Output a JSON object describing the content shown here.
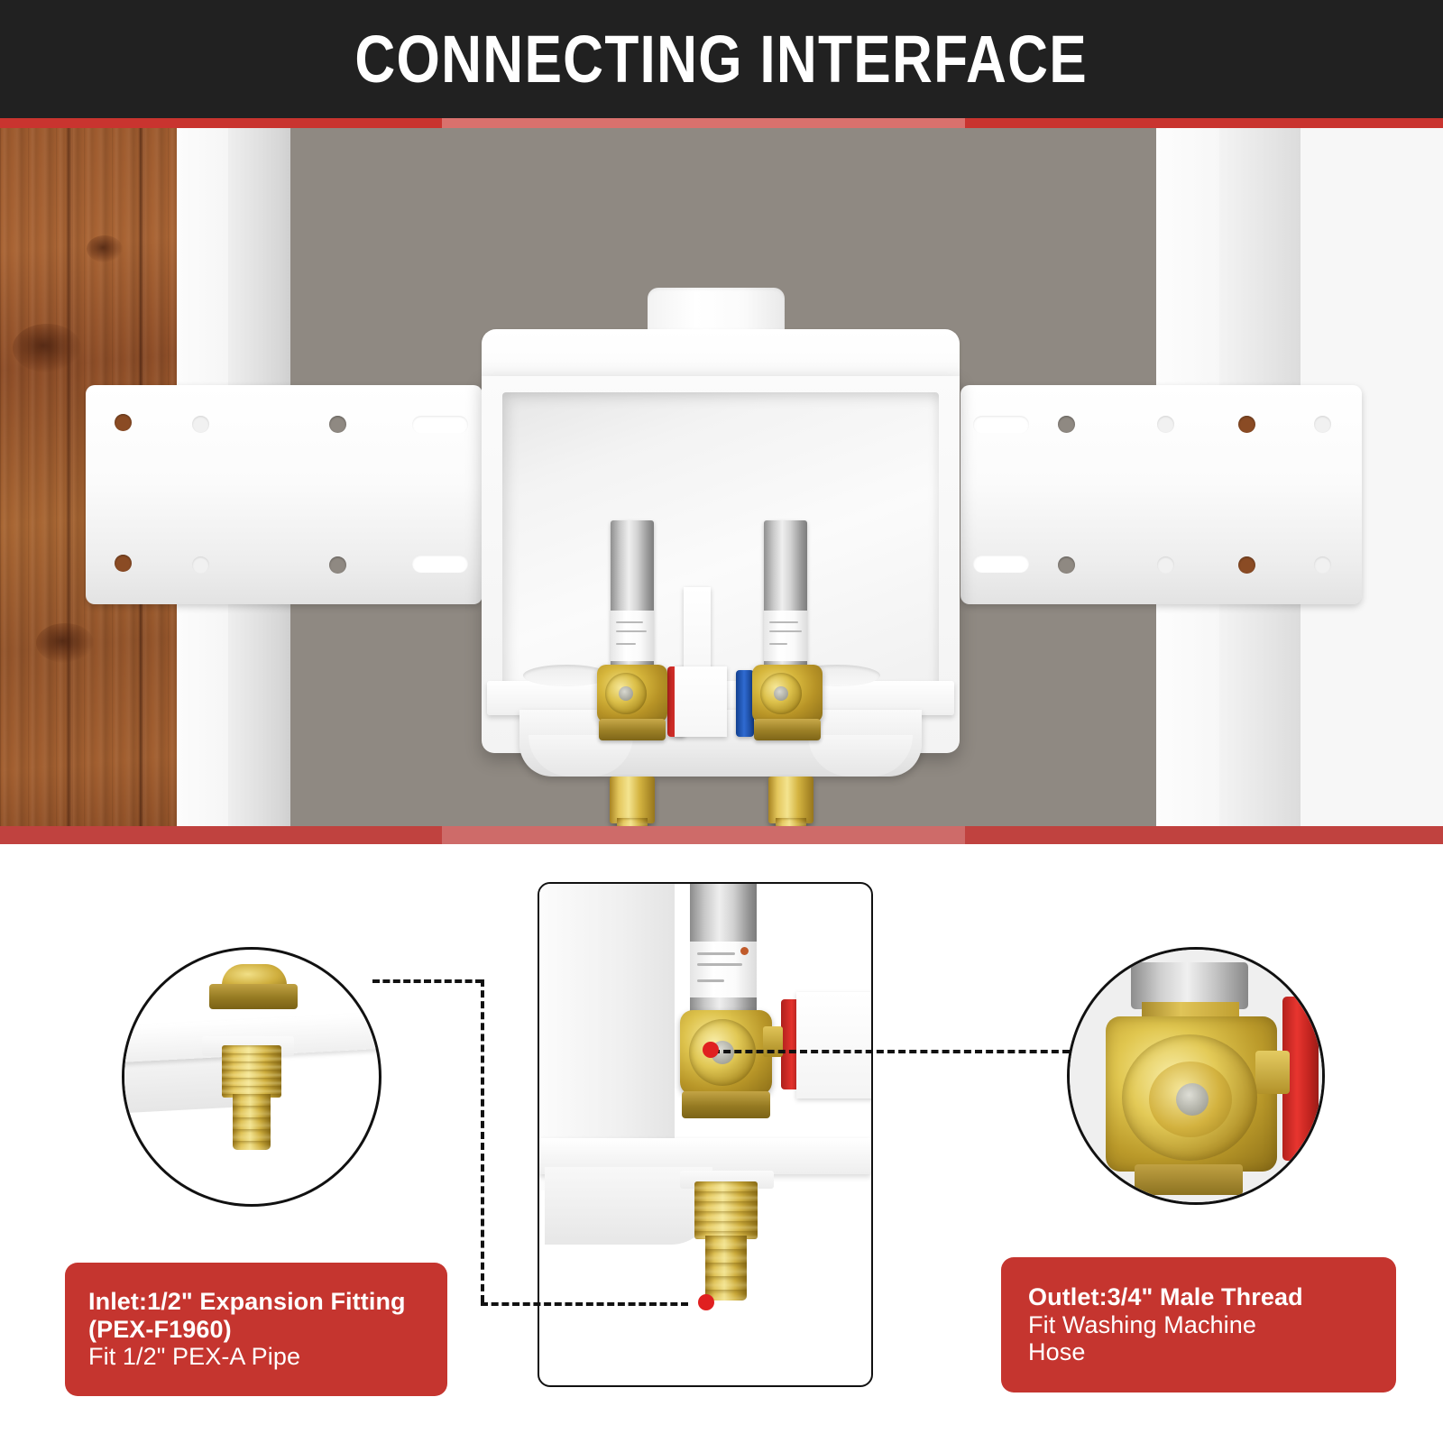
{
  "header": {
    "title": "CONNECTING INTERFACE",
    "background": "#212121",
    "text_color": "#ffffff"
  },
  "theme": {
    "accent_red": "#c5352f",
    "rule_red": "#c9342f",
    "wall_gray": "#8f8982",
    "wood_brown": "#a05e2e",
    "brass": "#d6b63c",
    "handle_red": "#e8352f",
    "handle_blue": "#2f6ad1",
    "marker_red": "#e02020",
    "outline_black": "#111111"
  },
  "hero": {
    "name": "washing-machine-outlet-box-photo",
    "alt": "White PVC washing machine outlet box mounted between two wall studs on wood framing, with two brass quarter-turn ball valves, stainless steel water hammer arrestors, red and blue handles, and brass PEX outlets below.",
    "components": {
      "drain_stub": "drain-stub",
      "box": "outlet-box",
      "bracket_left": "left-mounting-bracket",
      "bracket_right": "right-mounting-bracket",
      "arrestor_left": "water-hammer-arrestor-hot",
      "arrestor_right": "water-hammer-arrestor-cold",
      "valve_left": "brass-ball-valve-hot",
      "valve_right": "brass-ball-valve-cold",
      "handle_left": "red-valve-handle",
      "handle_right": "blue-valve-handle",
      "hang_tag": "product-hang-tag",
      "pex_left": "pex-outlet-left",
      "pex_right": "pex-outlet-right"
    }
  },
  "details": {
    "left_circle": {
      "name": "inlet-detail-closeup",
      "alt": "Close-up of the brass 1/2 inch PEX expansion inlet fitting underneath the white outlet box base."
    },
    "center_panel": {
      "name": "valve-assembly-closeup",
      "alt": "Close-up of the valve assembly showing the brass ball valve, red handle, white hang tag and the brass PEX inlet stub below the box."
    },
    "right_circle": {
      "name": "outlet-detail-closeup",
      "alt": "Close-up of the brass valve outlet face with 3/4 inch male hose thread and the red handle."
    }
  },
  "callouts": [
    {
      "id": "inlet",
      "name": "inlet-callout",
      "title": "Inlet:1/2\" Expansion Fitting",
      "title_line2": "(PEX-F1960)",
      "subtitle": "Fit 1/2\" PEX-A Pipe",
      "color": "#c5352f"
    },
    {
      "id": "outlet",
      "name": "outlet-callout",
      "title": "Outlet:3/4\" Male Thread",
      "subtitle_line1": "Fit Washing Machine",
      "subtitle_line2": "Hose",
      "color": "#c5352f"
    }
  ]
}
